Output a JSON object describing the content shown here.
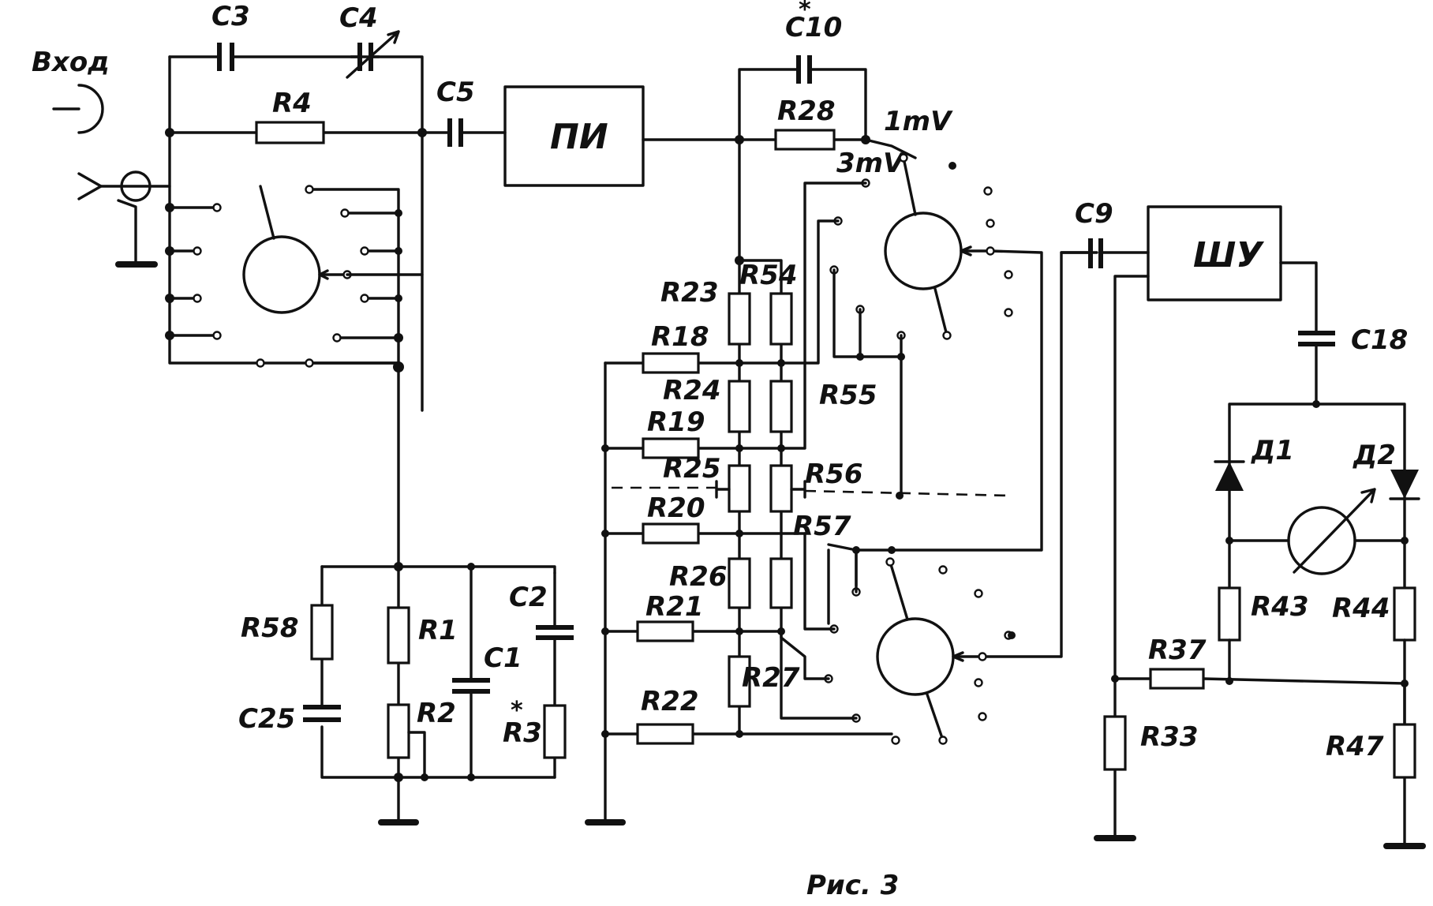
{
  "title": "",
  "caption": "Рис. 3",
  "input_label": "Вход",
  "blocks": {
    "pi": "ПИ",
    "shu": "ШУ"
  },
  "range_labels": {
    "r1": "1mV",
    "r2": "3mV"
  },
  "labels": {
    "C3": "C3",
    "C4": "C4",
    "C5": "C5",
    "C10": "C10",
    "C10_mark": "*",
    "R4": "R4",
    "R28": "R28",
    "R23": "R23",
    "R54": "R54",
    "R18": "R18",
    "R24": "R24",
    "R55": "R55",
    "R19": "R19",
    "R25": "R25",
    "R56": "R56",
    "R20": "R20",
    "R57": "R57",
    "R26": "R26",
    "R21": "R21",
    "R27": "R27",
    "R22": "R22",
    "R58": "R58",
    "R1": "R1",
    "R2": "R2",
    "C1": "C1",
    "C2": "C2",
    "R3": "R3",
    "R3_mark": "*",
    "C25": "C25",
    "C9": "C9",
    "C18": "C18",
    "D1": "Д1",
    "D2": "Д2",
    "R43": "R43",
    "R44": "R44",
    "R37": "R37",
    "R33": "R33",
    "R47": "R47"
  },
  "components": [
    {
      "ref": "C3",
      "type": "capacitor"
    },
    {
      "ref": "C4",
      "type": "variable-capacitor"
    },
    {
      "ref": "C5",
      "type": "capacitor"
    },
    {
      "ref": "C10",
      "type": "capacitor"
    },
    {
      "ref": "C1",
      "type": "capacitor"
    },
    {
      "ref": "C2",
      "type": "capacitor"
    },
    {
      "ref": "C25",
      "type": "capacitor"
    },
    {
      "ref": "C9",
      "type": "capacitor"
    },
    {
      "ref": "C18",
      "type": "capacitor"
    },
    {
      "ref": "Д1",
      "type": "diode"
    },
    {
      "ref": "Д2",
      "type": "diode"
    },
    {
      "ref": "R2",
      "type": "potentiometer"
    },
    {
      "ref": "R25",
      "type": "potentiometer"
    },
    {
      "ref": "R56",
      "type": "potentiometer"
    },
    {
      "ref": "meter",
      "type": "moving-coil-meter"
    }
  ]
}
